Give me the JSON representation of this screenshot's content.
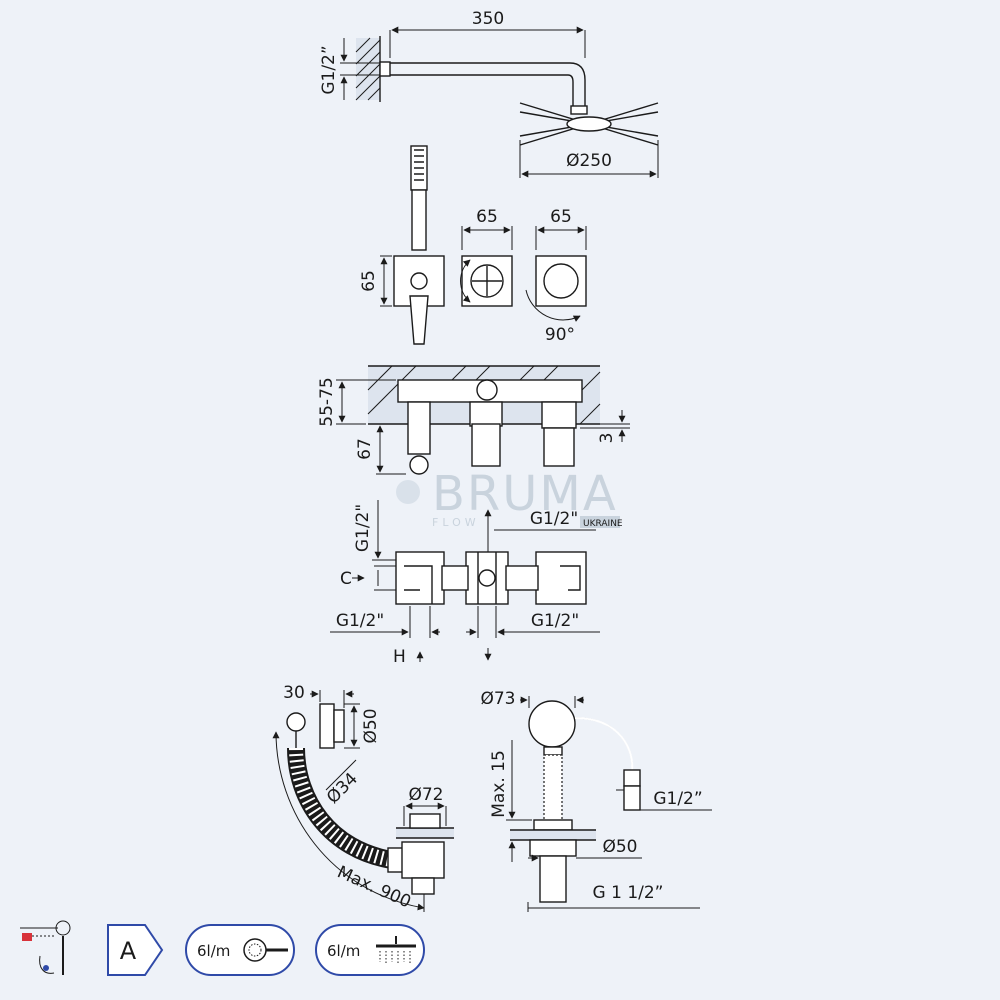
{
  "watermark": {
    "brand": "BRUMA",
    "sub": "FLOW",
    "tag": "UKRAINE"
  },
  "shower_head": {
    "arm_length": "350",
    "thread": "G1/2”",
    "diameter": "Ø250"
  },
  "hand_shower": {
    "height": "65"
  },
  "mixers": {
    "width_left": "65",
    "width_right": "65",
    "rotation": "90°"
  },
  "side_view": {
    "depth": "55-75",
    "spout": "67",
    "offset": "3"
  },
  "body": {
    "top_thread": "G1/2\"",
    "left_thread": "G1/2\"",
    "side_thread": "G1/2\"",
    "right_thread": "G1/2\"",
    "c_label": "C",
    "h_label": "H"
  },
  "drain": {
    "width": "30",
    "plate": "Ø50",
    "hose": "Ø34",
    "plug": "Ø72",
    "max": "Max. 900"
  },
  "hose_unit": {
    "knob": "Ø73",
    "max": "Max. 15",
    "outlet": "G1/2”",
    "base": "Ø50",
    "thread": "G 1 1/2”"
  },
  "footer": {
    "class_label": "A",
    "flow_hand": "6l/m",
    "flow_head": "6l/m"
  }
}
